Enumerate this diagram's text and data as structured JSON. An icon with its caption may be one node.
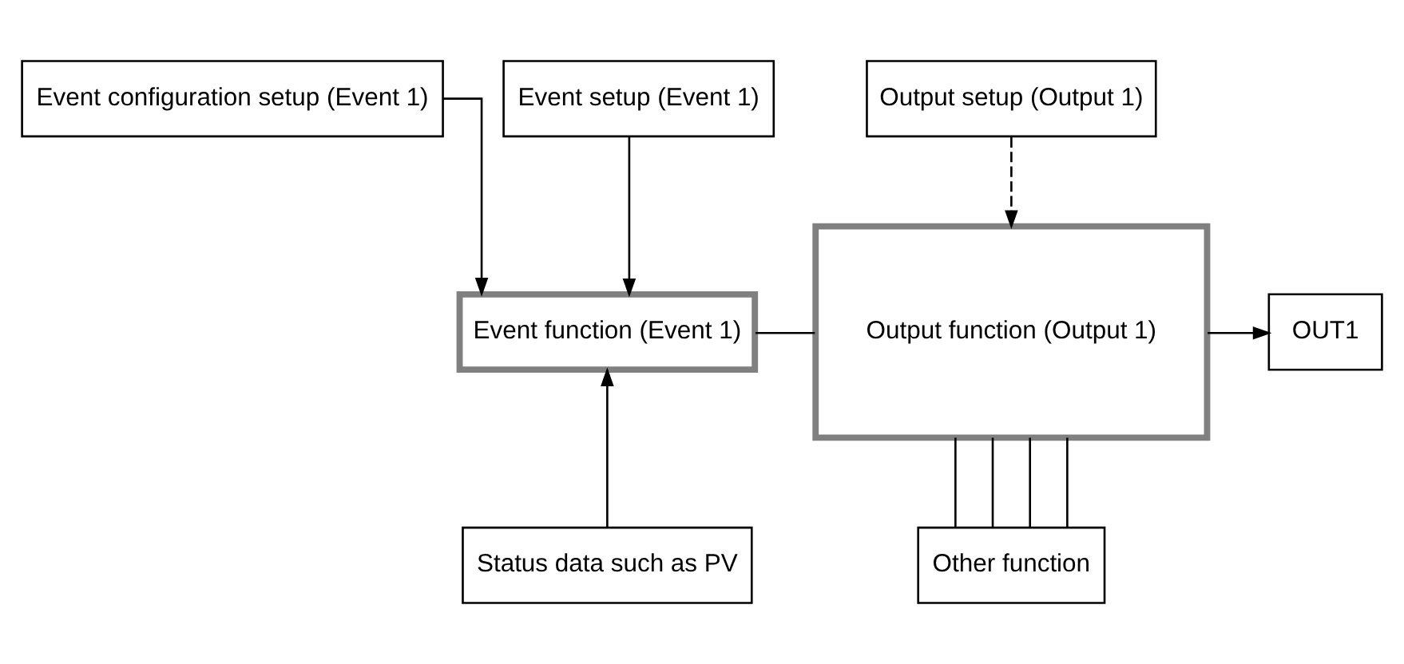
{
  "diagram": {
    "nodes": [
      {
        "text": [
          "Event configuration setup (Event 1)"
        ]
      },
      {
        "text": [
          "Event setup (Event 1)"
        ]
      },
      {
        "text": [
          "Output setup (Output 1)"
        ]
      },
      {
        "text": [
          "Event function (Event 1)"
        ]
      },
      {
        "text": [
          "Output function (Output 1)"
        ]
      },
      {
        "text": [
          "OUT1"
        ]
      },
      {
        "text": [
          "Status data such as PV"
        ]
      },
      {
        "text": [
          "Other function"
        ]
      }
    ],
    "edges": [
      {
        "from": 0,
        "to": 3,
        "arrow": "to"
      },
      {
        "from": 1,
        "to": 3,
        "arrow": "to"
      },
      {
        "from": 2,
        "to": 4,
        "arrow": "to",
        "style": "dashed"
      },
      {
        "from": 6,
        "to": 3,
        "arrow": "to"
      },
      {
        "from": 3,
        "to": 4,
        "arrow": "none"
      },
      {
        "from": 4,
        "to": 5,
        "arrow": "to"
      },
      {
        "from": 7,
        "to": 4,
        "arrow": "none"
      },
      {
        "from": 7,
        "to": 4,
        "arrow": "none"
      },
      {
        "from": 7,
        "to": 4,
        "arrow": "none"
      },
      {
        "from": 7,
        "to": 4,
        "arrow": "none"
      }
    ]
  }
}
